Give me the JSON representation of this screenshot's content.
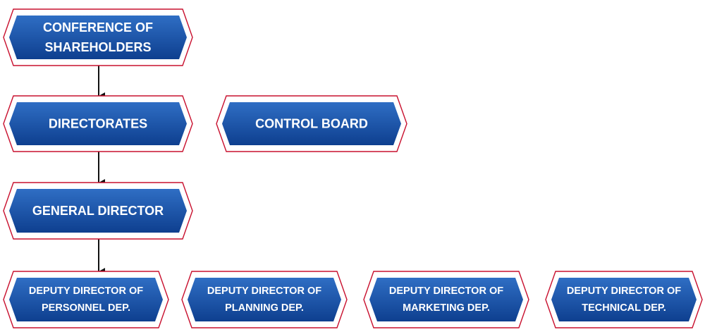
{
  "colors": {
    "outline": "#c8102e",
    "fill_top": "#2f6ec4",
    "fill_bottom": "#0e3f8f",
    "text": "#ffffff",
    "connector": "#111111"
  },
  "nodes": {
    "conference": {
      "lines": [
        "CONFERENCE OF",
        "SHAREHOLDERS"
      ]
    },
    "directorates": {
      "lines": [
        "DIRECTORATES"
      ]
    },
    "control_board": {
      "lines": [
        "CONTROL BOARD"
      ]
    },
    "general_director": {
      "lines": [
        "GENERAL DIRECTOR"
      ]
    },
    "deputy_personnel": {
      "lines": [
        "DEPUTY DIRECTOR OF",
        "PERSONNEL DEP."
      ]
    },
    "deputy_planning": {
      "lines": [
        "DEPUTY DIRECTOR OF",
        "PLANNING DEP."
      ]
    },
    "deputy_marketing": {
      "lines": [
        "DEPUTY DIRECTOR OF",
        "MARKETING DEP."
      ]
    },
    "deputy_technical": {
      "lines": [
        "DEPUTY DIRECTOR OF",
        "TECHNICAL DEP."
      ]
    }
  },
  "connectors": [
    {
      "from": "conference",
      "to": "directorates"
    },
    {
      "from": "directorates",
      "to": "general_director"
    },
    {
      "from": "general_director",
      "to": "deputy_personnel"
    }
  ]
}
